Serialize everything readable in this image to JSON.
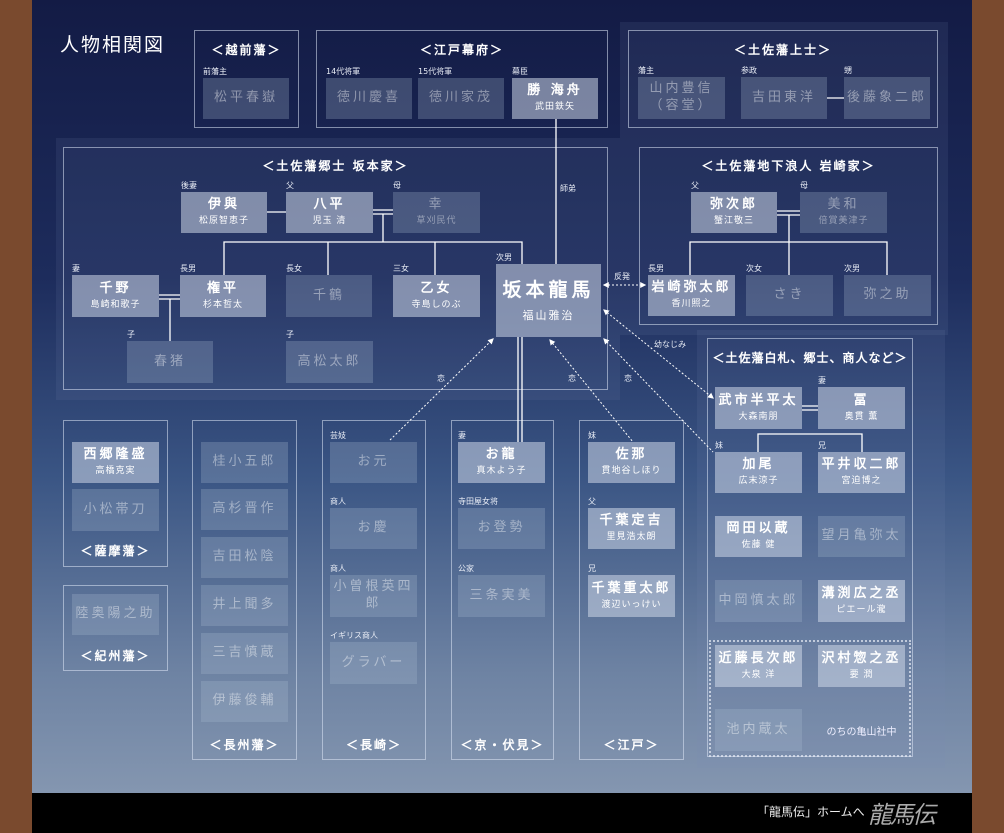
{
  "title": "人物相関図",
  "groups": {
    "echizen": "＜越前藩＞",
    "bakufu": "＜江戸幕府＞",
    "joshi": "＜土佐藩上士＞",
    "iwasaki": "＜土佐藩地下浪人 岩崎家＞",
    "sakamoto": "＜土佐藩郷士 坂本家＞",
    "satsuma": "＜薩摩藩＞",
    "kishu": "＜紀州藩＞",
    "choshu": "＜長州藩＞",
    "nagasaki": "＜長崎＞",
    "kyoto": "＜京・伏見＞",
    "edo": "＜江戸＞",
    "tosa_other": "＜土佐藩白札、郷士、商人など＞"
  },
  "relations": {
    "shitei": "師弟",
    "hanpatsu": "反発",
    "osananajimi": "幼なじみ",
    "koi": "恋"
  },
  "later_kameyama": "のちの亀山社中",
  "footer": {
    "home_link": "「龍馬伝」ホームへ",
    "logo": "龍馬伝"
  },
  "people": [
    {
      "id": "matsudaira",
      "name": "松平春嶽",
      "actor": "",
      "role": "前藩主",
      "featured": false
    },
    {
      "id": "yoshinobu",
      "name": "徳川慶喜",
      "actor": "",
      "role": "14代将軍",
      "featured": false
    },
    {
      "id": "iemochi",
      "name": "徳川家茂",
      "actor": "",
      "role": "15代将軍",
      "featured": false
    },
    {
      "id": "katsu",
      "name": "勝 海舟",
      "actor": "武田鉄矢",
      "role": "幕臣",
      "featured": true
    },
    {
      "id": "yamauchi",
      "name": "山内豊信（容堂）",
      "actor": "",
      "role": "藩主",
      "featured": false
    },
    {
      "id": "yoshida",
      "name": "吉田東洋",
      "actor": "",
      "role": "参政",
      "featured": false
    },
    {
      "id": "goto",
      "name": "後藤象二郎",
      "actor": "",
      "role": "甥",
      "featured": false
    },
    {
      "id": "yajiro",
      "name": "弥次郎",
      "actor": "蟹江敬三",
      "role": "父",
      "featured": true
    },
    {
      "id": "miwa",
      "name": "美和",
      "actor": "倍賞美津子",
      "role": "母",
      "featured": false
    },
    {
      "id": "yataro",
      "name": "岩崎弥太郎",
      "actor": "香川照之",
      "role": "長男",
      "featured": true
    },
    {
      "id": "saki",
      "name": "さき",
      "actor": "",
      "role": "次女",
      "featured": false
    },
    {
      "id": "yanosuke",
      "name": "弥之助",
      "actor": "",
      "role": "次男",
      "featured": false
    },
    {
      "id": "iyo",
      "name": "伊與",
      "actor": "松原智恵子",
      "role": "後妻",
      "featured": true
    },
    {
      "id": "hachihei",
      "name": "八平",
      "actor": "児玉 清",
      "role": "父",
      "featured": true
    },
    {
      "id": "ko",
      "name": "幸",
      "actor": "草刈民代",
      "role": "母",
      "featured": false
    },
    {
      "id": "chino",
      "name": "千野",
      "actor": "島崎和歌子",
      "role": "妻",
      "featured": true
    },
    {
      "id": "gonpei",
      "name": "権平",
      "actor": "杉本哲太",
      "role": "長男",
      "featured": true
    },
    {
      "id": "chizuru",
      "name": "千鶴",
      "actor": "",
      "role": "長女",
      "featured": false
    },
    {
      "id": "otome",
      "name": "乙女",
      "actor": "寺島しのぶ",
      "role": "三女",
      "featured": true
    },
    {
      "id": "ryoma",
      "name": "坂本龍馬",
      "actor": "福山雅治",
      "role": "次男",
      "featured": true
    },
    {
      "id": "harui",
      "name": "春猪",
      "actor": "",
      "role": "子",
      "featured": false
    },
    {
      "id": "takamatsu",
      "name": "高松太郎",
      "actor": "",
      "role": "子",
      "featured": false
    },
    {
      "id": "saigo",
      "name": "西郷隆盛",
      "actor": "高橋克実",
      "role": "",
      "featured": true
    },
    {
      "id": "komatsu",
      "name": "小松帯刀",
      "actor": "",
      "role": "",
      "featured": false
    },
    {
      "id": "mutsu",
      "name": "陸奥陽之助",
      "actor": "",
      "role": "",
      "featured": false
    },
    {
      "id": "katsura",
      "name": "桂小五郎",
      "actor": "",
      "role": "",
      "featured": false
    },
    {
      "id": "takasugi",
      "name": "高杉晋作",
      "actor": "",
      "role": "",
      "featured": false
    },
    {
      "id": "shoin",
      "name": "吉田松陰",
      "actor": "",
      "role": "",
      "featured": false
    },
    {
      "id": "inoue",
      "name": "井上聞多",
      "actor": "",
      "role": "",
      "featured": false
    },
    {
      "id": "miyoshi",
      "name": "三吉慎蔵",
      "actor": "",
      "role": "",
      "featured": false
    },
    {
      "id": "ito",
      "name": "伊藤俊輔",
      "actor": "",
      "role": "",
      "featured": false
    },
    {
      "id": "omoto",
      "name": "お元",
      "actor": "",
      "role": "芸妓",
      "featured": false
    },
    {
      "id": "okei",
      "name": "お慶",
      "actor": "",
      "role": "商人",
      "featured": false
    },
    {
      "id": "kosone",
      "name": "小曽根英四郎",
      "actor": "",
      "role": "商人",
      "featured": false
    },
    {
      "id": "glover",
      "name": "グラバー",
      "actor": "",
      "role": "イギリス商人",
      "featured": false
    },
    {
      "id": "oryo",
      "name": "お龍",
      "actor": "真木よう子",
      "role": "妻",
      "featured": true
    },
    {
      "id": "otose",
      "name": "お登勢",
      "actor": "",
      "role": "寺田屋女将",
      "featured": false
    },
    {
      "id": "sanjo",
      "name": "三条実美",
      "actor": "",
      "role": "公家",
      "featured": false
    },
    {
      "id": "sana",
      "name": "佐那",
      "actor": "貫地谷しほり",
      "role": "妹",
      "featured": true
    },
    {
      "id": "sadakichi",
      "name": "千葉定吉",
      "actor": "里見浩太朗",
      "role": "父",
      "featured": true
    },
    {
      "id": "jutaro",
      "name": "千葉重太郎",
      "actor": "渡辺いっけい",
      "role": "兄",
      "featured": true
    },
    {
      "id": "takechi",
      "name": "武市半平太",
      "actor": "大森南朋",
      "role": "",
      "featured": true
    },
    {
      "id": "tomi",
      "name": "冨",
      "actor": "奥貫 薫",
      "role": "妻",
      "featured": true
    },
    {
      "id": "kao",
      "name": "加尾",
      "actor": "広末涼子",
      "role": "妹",
      "featured": true
    },
    {
      "id": "hirai",
      "name": "平井収二郎",
      "actor": "宮迫博之",
      "role": "兄",
      "featured": true
    },
    {
      "id": "okada",
      "name": "岡田以蔵",
      "actor": "佐藤 健",
      "role": "",
      "featured": true
    },
    {
      "id": "mochizuki",
      "name": "望月亀弥太",
      "actor": "",
      "role": "",
      "featured": false
    },
    {
      "id": "nakaoka",
      "name": "中岡慎太郎",
      "actor": "",
      "role": "",
      "featured": false
    },
    {
      "id": "mizobuchi",
      "name": "溝渕広之丞",
      "actor": "ピエール瀧",
      "role": "",
      "featured": true
    },
    {
      "id": "kondo",
      "name": "近藤長次郎",
      "actor": "大泉 洋",
      "role": "",
      "featured": true
    },
    {
      "id": "sawamura",
      "name": "沢村惣之丞",
      "actor": "要 潤",
      "role": "",
      "featured": true
    },
    {
      "id": "ikeuchi",
      "name": "池内蔵太",
      "actor": "",
      "role": "",
      "featured": false
    }
  ]
}
